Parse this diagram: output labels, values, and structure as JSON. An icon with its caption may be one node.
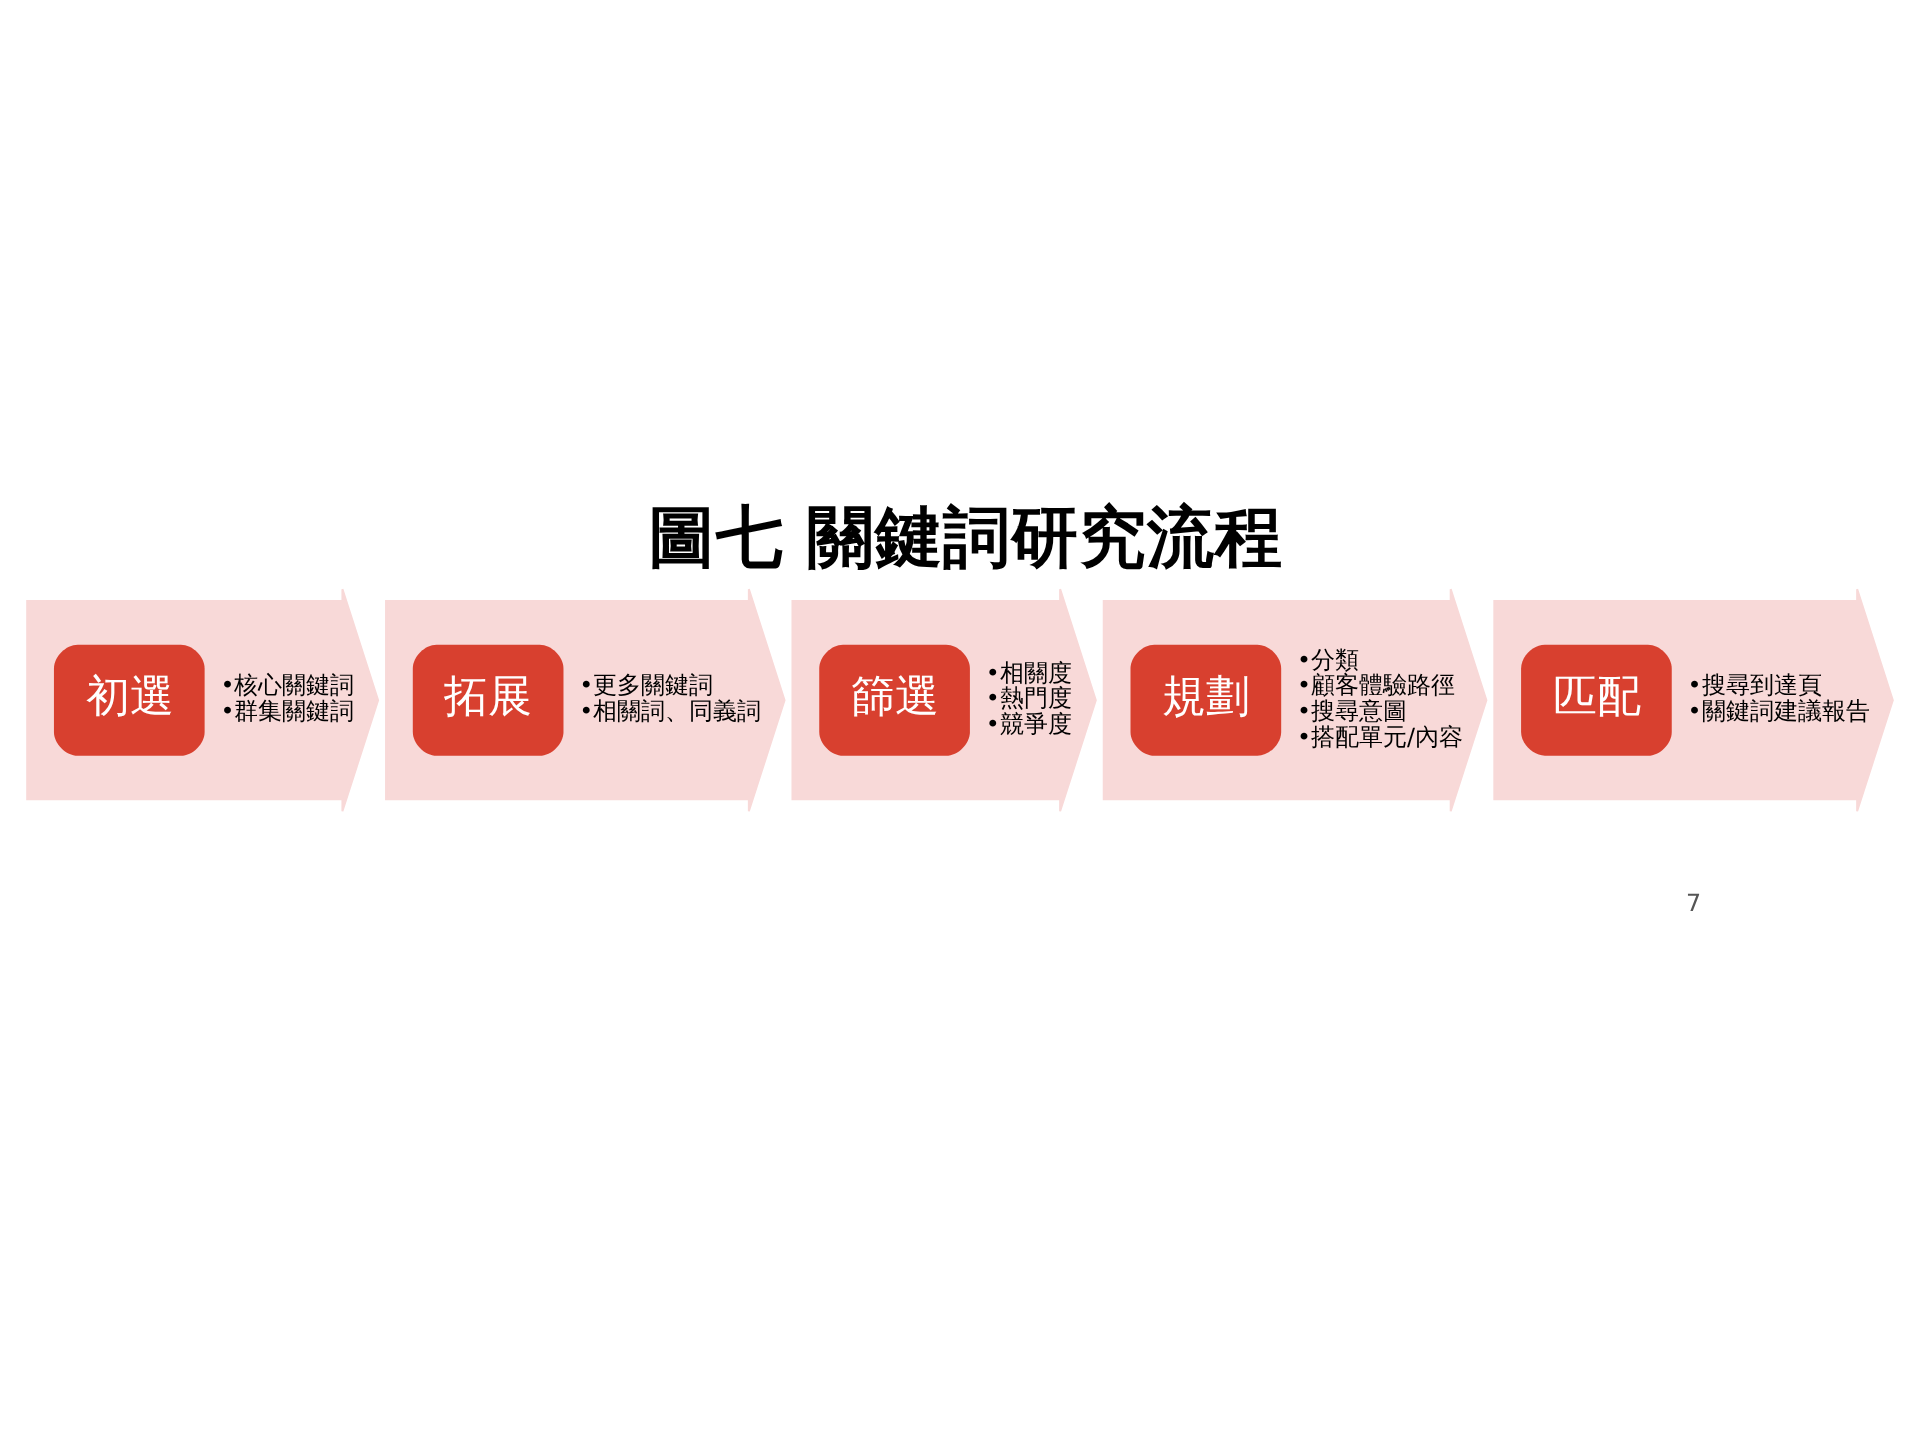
{
  "diagram": {
    "title": "圖七 關鍵詞研究流程",
    "nodes": [
      {
        "text": [
          "初選",
          "•核心關鍵詞",
          "•群集關鍵詞"
        ]
      },
      {
        "text": [
          "拓展",
          "•更多關鍵詞",
          "•相關詞、同義詞"
        ]
      },
      {
        "text": [
          "篩選",
          "•相關度",
          "•熱門度",
          "•競爭度"
        ]
      },
      {
        "text": [
          "規劃",
          "•分類",
          "•顧客體驗路徑",
          "•搜尋意圖",
          "•搭配單元/內容"
        ]
      },
      {
        "text": [
          "匹配",
          "•搜尋到達頁",
          "•關鍵詞建議報告"
        ]
      }
    ],
    "labels": [
      "7"
    ]
  }
}
